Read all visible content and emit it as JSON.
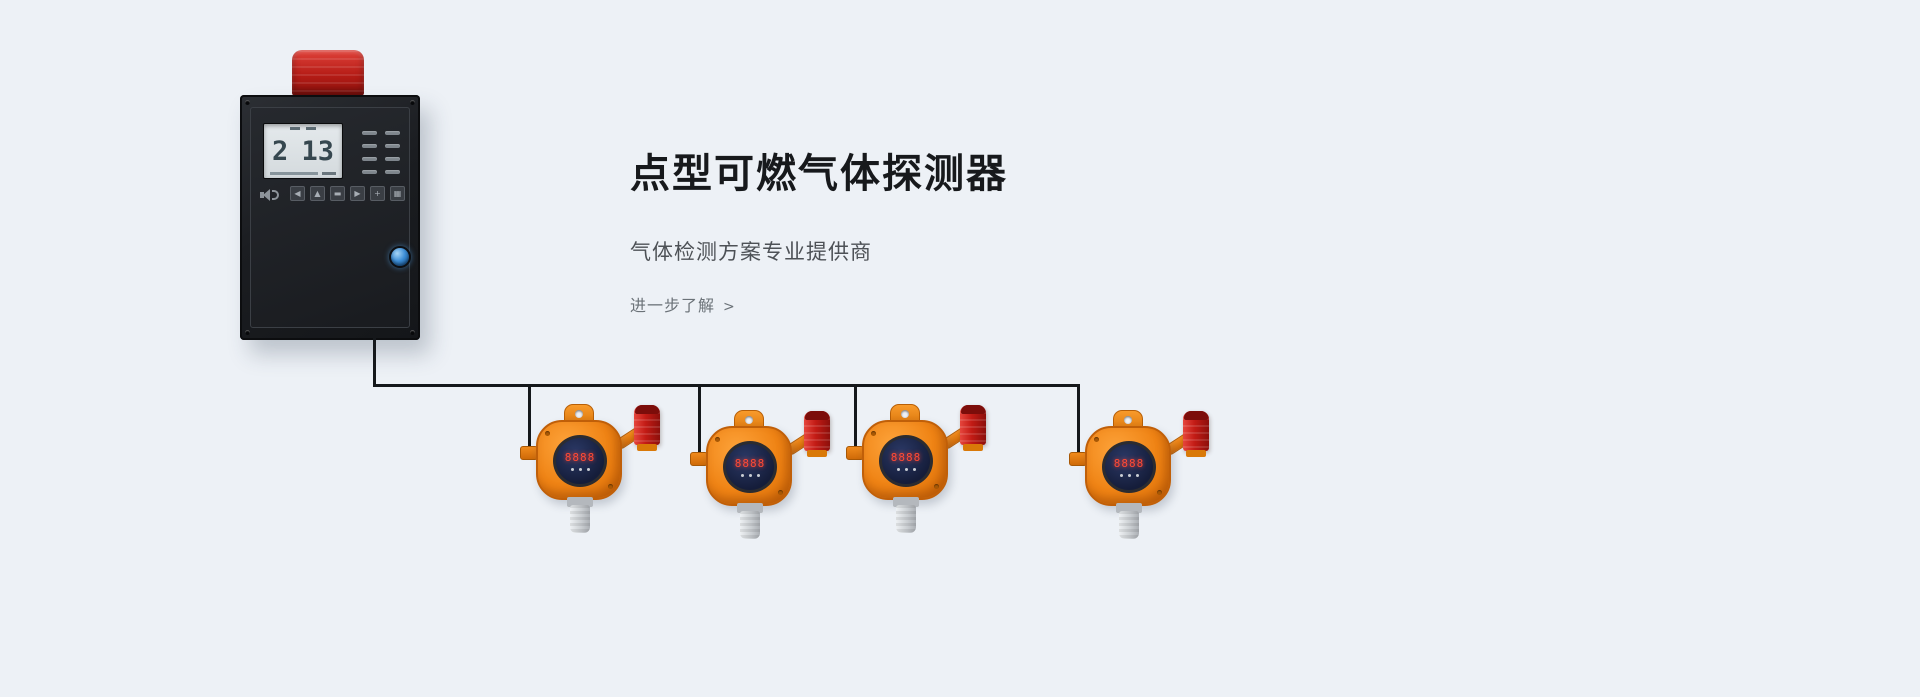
{
  "hero": {
    "title": "点型可燃气体探测器",
    "subtitle": "气体检测方案专业提供商",
    "link_label": "进一步了解",
    "link_arrow": ">"
  },
  "controller": {
    "lcd_left_value": "2",
    "lcd_right_value": "13",
    "buttons": [
      {
        "name": "left-button",
        "glyph": "◀"
      },
      {
        "name": "up-button",
        "glyph": "▲"
      },
      {
        "name": "enter-button",
        "glyph": "▬"
      },
      {
        "name": "right-button",
        "glyph": "▶"
      },
      {
        "name": "plus-button",
        "glyph": "+"
      },
      {
        "name": "grid-button",
        "glyph": "▦"
      }
    ]
  },
  "detectors": [
    {
      "display": "8888"
    },
    {
      "display": "8888"
    },
    {
      "display": "8888"
    },
    {
      "display": "8888"
    }
  ],
  "colors": {
    "background": "#edf1f6",
    "detector_orange": "#ef8314",
    "alarm_red": "#c21b15",
    "led_red": "#ff4a35",
    "wire_black": "#15181b",
    "button_blue": "#3d8ed6"
  }
}
